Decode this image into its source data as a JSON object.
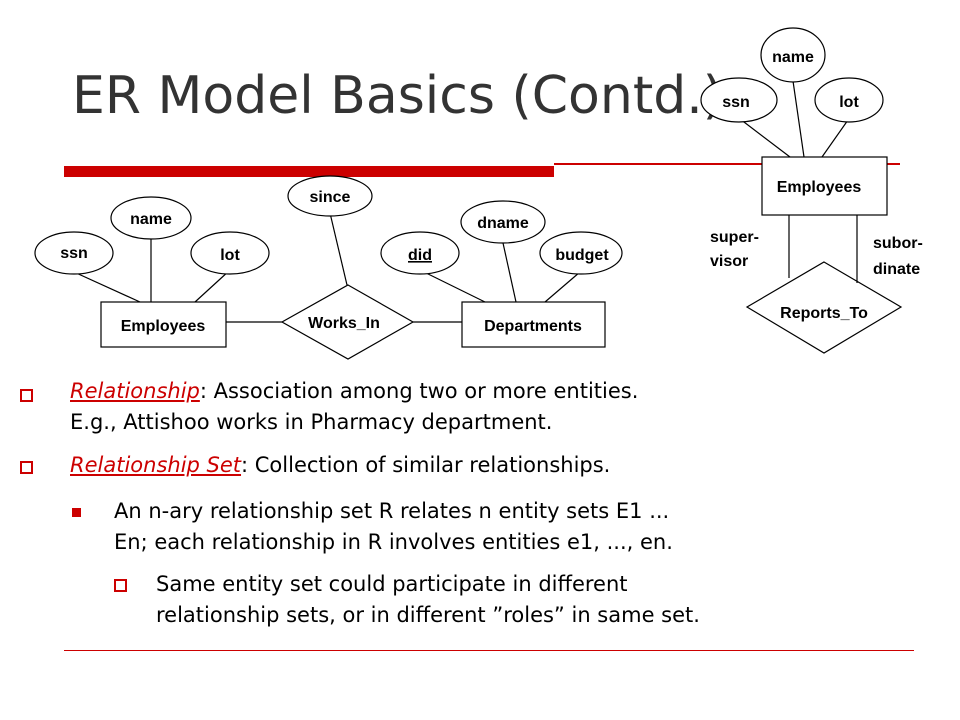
{
  "slide": {
    "title": "ER Model Basics (Contd.)"
  },
  "diagram_left": {
    "entity_employees": "Employees",
    "entity_departments": "Departments",
    "relationship": "Works_In",
    "attr_ssn": "ssn",
    "attr_name": "name",
    "attr_lot": "lot",
    "attr_since": "since",
    "attr_did": "did",
    "attr_dname": "dname",
    "attr_budget": "budget"
  },
  "diagram_right": {
    "entity_employees": "Employees",
    "relationship": "Reports_To",
    "attr_ssn": "ssn",
    "attr_name": "name",
    "attr_lot": "lot",
    "role_supervisor_1": "super-",
    "role_supervisor_2": "visor",
    "role_subordinate_1": "subor-",
    "role_subordinate_2": "dinate"
  },
  "bullets": {
    "b1_term": "Relationship",
    "b1_rest_line1": ":  Association among two or more entities.",
    "b1_line2": "E.g., Attishoo works in Pharmacy department.",
    "b2_term": "Relationship Set",
    "b2_rest": ":  Collection of similar relationships.",
    "b3_line1": "An n-ary relationship set  R relates n entity sets E1 ...",
    "b3_line2": "En; each relationship in R involves entities e1, ..., en.",
    "b4_line1": "Same entity set could participate in different",
    "b4_line2": "relationship sets, or in different ”roles” in same set."
  },
  "colors": {
    "accent": "#cc0000",
    "title": "#333333"
  }
}
